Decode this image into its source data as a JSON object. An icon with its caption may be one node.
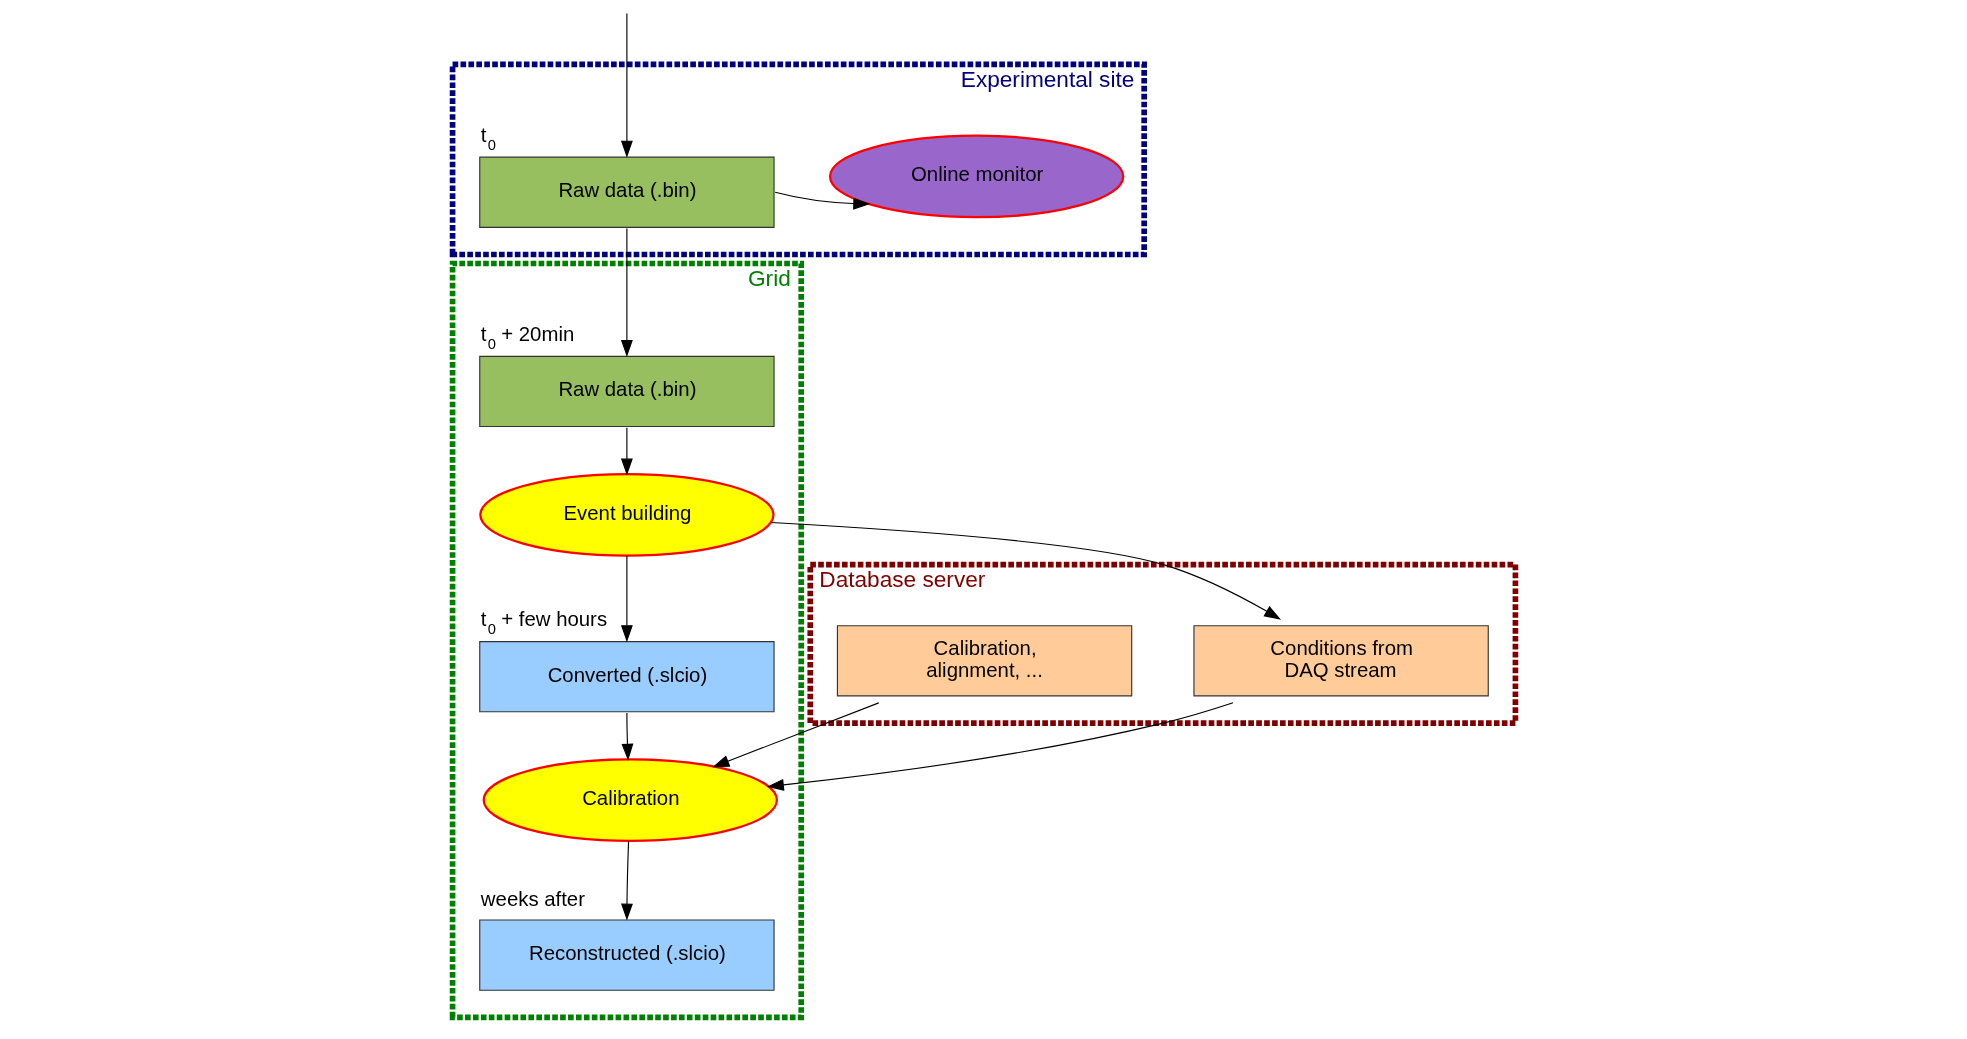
{
  "diagram": {
    "nodes": [
      {
        "text": [
          "Experimental site"
        ]
      },
      {
        "text": [
          "Raw data (.bin)"
        ],
        "beside": [
          "t$_{0}$"
        ],
        "in": 0
      },
      {
        "text": [
          "Online monitor"
        ],
        "in": 0
      },
      {
        "text": [
          "Grid"
        ]
      },
      {
        "text": [
          "Raw data (.bin)"
        ],
        "beside": [
          "t$_{0}$ + 20min"
        ],
        "in": 3
      },
      {
        "text": [
          "Event building"
        ],
        "in": 3
      },
      {
        "text": [
          "Converted (.slcio)"
        ],
        "beside": [
          "t$_{0}$ + few hours"
        ],
        "in": 3
      },
      {
        "text": [
          "Calibration"
        ],
        "in": 3
      },
      {
        "text": [
          "Reconstructed (.slcio)"
        ],
        "beside": [
          "weeks after"
        ],
        "in": 3
      },
      {
        "text": [
          "Database server"
        ]
      },
      {
        "text": [
          "Conditions from DAQ stream"
        ],
        "in": 9
      },
      {
        "text": [
          "Calibration, alignment, ..."
        ],
        "in": 9
      }
    ],
    "edges": [
      {
        "from": null,
        "to": 1,
        "arrow": "to"
      },
      {
        "from": 1,
        "to": 2,
        "arrow": "to"
      },
      {
        "from": 1,
        "to": 4,
        "arrow": "to"
      },
      {
        "from": 4,
        "to": 5,
        "arrow": "to"
      },
      {
        "from": 5,
        "to": 10,
        "arrow": "to"
      },
      {
        "from": 5,
        "to": 6,
        "arrow": "to"
      },
      {
        "from": 6,
        "to": 7,
        "arrow": "to"
      },
      {
        "from": 10,
        "to": 7,
        "arrow": "to"
      },
      {
        "from": 11,
        "to": 7,
        "arrow": "to"
      },
      {
        "from": 7,
        "to": 8,
        "arrow": "to"
      }
    ]
  }
}
